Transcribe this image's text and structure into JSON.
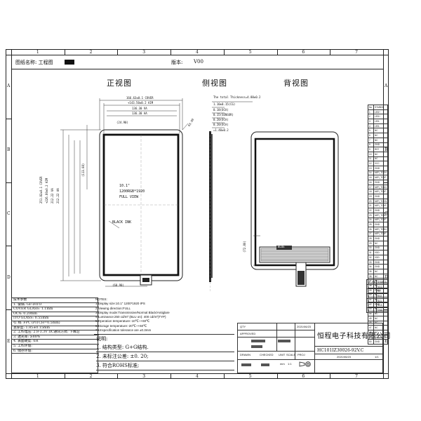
{
  "header": {
    "drawing_name_label": "图纸名称: 工程图",
    "version_label": "版本:",
    "version_value": "V00"
  },
  "grid": {
    "columns": [
      "1",
      "2",
      "3",
      "4",
      "5",
      "6",
      "7"
    ],
    "rows": [
      "A",
      "B",
      "C",
      "D",
      "E"
    ]
  },
  "views": {
    "front": "正视图",
    "side": "侧视图",
    "back": "背视图"
  },
  "front_dims": {
    "cover_w": "166.63±0.1 COVER",
    "aa_w": "+143.50±0.2 AIM",
    "lcm_w": "136.30 VA",
    "va_w": "136.30 AA",
    "left_offset": "(24.90)",
    "corner_r": "R3.00",
    "cover_h": "251.82±0.1 COVER",
    "aa_h": "+226.80±0.2 AIM",
    "va_h": "212.22 VA",
    "aa_h2": "212.22 AA",
    "inner_h": "(113.08)",
    "bottom_w": "(60.90)"
  },
  "front_text": {
    "size": "10.1\"",
    "res": "1200RGB*1920",
    "view": "FULL VIEW",
    "ink": "BLACK INK"
  },
  "side_dims": {
    "total": "The total Thickness=4.88±0.2",
    "d1": "1.10±0.15(CG)",
    "d2": "0.18(OCA)",
    "d3": "0.15(SENSOR)",
    "d4": "0.20(OCA)",
    "d5": "0.20(OCA)",
    "d6": "=1.40±0.2"
  },
  "back_dims": {
    "h": "(72.80)",
    "label": "BLUE"
  },
  "pins": {
    "header": [
      "No.",
      "SYMBOL"
    ],
    "rows": [
      [
        "1",
        "LED+"
      ],
      [
        "2",
        "LED+"
      ],
      [
        "3",
        "LED-"
      ],
      [
        "4",
        "LED-"
      ],
      [
        "5",
        "NC"
      ],
      [
        "6",
        "NC"
      ],
      [
        "7",
        "NC"
      ],
      [
        "8",
        "GND"
      ],
      [
        "9",
        "RST"
      ],
      [
        "10",
        "NC"
      ],
      [
        "11",
        "NC"
      ],
      [
        "12",
        "VCC"
      ],
      [
        "13",
        "GND"
      ],
      [
        "14",
        "MIPI_TD0N"
      ],
      [
        "15",
        "MIPI_TD0P"
      ],
      [
        "16",
        "GND"
      ],
      [
        "17",
        "MIPI_TD1N"
      ],
      [
        "18",
        "MIPI_TD1P"
      ],
      [
        "19",
        "GND"
      ],
      [
        "20",
        "MIPI_TCKN"
      ],
      [
        "21",
        "MIPI_TCKP"
      ],
      [
        "22",
        "GND"
      ],
      [
        "23",
        "MIPI_TD2N"
      ],
      [
        "24",
        "MIPI_TD2P"
      ],
      [
        "25",
        "GND"
      ],
      [
        "26",
        "MIPI_TD3N"
      ],
      [
        "27",
        "MIPI_TD3P"
      ],
      [
        "28",
        "GND"
      ],
      [
        "29",
        "NC"
      ],
      [
        "30",
        "GND"
      ],
      [
        "31",
        "VDD"
      ],
      [
        "32",
        "VDD"
      ],
      [
        "33",
        "GND"
      ],
      [
        "34",
        "GND"
      ],
      [
        "35",
        "NC"
      ],
      [
        "36",
        "NC"
      ],
      [
        "37",
        "NC"
      ],
      [
        "38",
        "NC"
      ],
      [
        "39",
        "PWM"
      ],
      [
        "40",
        "NC"
      ],
      [
        "41",
        "NC"
      ],
      [
        "42",
        "GND"
      ],
      [
        "43",
        "NC"
      ],
      [
        "44",
        "NC"
      ],
      [
        "45",
        "NC"
      ],
      [
        "46",
        "NC"
      ],
      [
        "47",
        "NC"
      ],
      [
        "48",
        "NC"
      ],
      [
        "49",
        "NC"
      ],
      [
        "50",
        "GND"
      ]
    ]
  },
  "tp_pins": {
    "header": [
      "TP_PIN",
      "SYMBOL"
    ],
    "rows": [
      [
        "1",
        "VCC"
      ],
      [
        "2",
        "INT"
      ],
      [
        "3",
        "RST"
      ],
      [
        "4",
        "SCL"
      ],
      [
        "5",
        "SDA"
      ],
      [
        "6",
        "GND"
      ]
    ]
  },
  "spec": {
    "title": "技术参数",
    "rows": [
      "1. 玻璃: GF-DITO",
      "COVER GLASS: 1.1mm",
      "OCA: 0.20mm",
      "ITO GLASS: 0.55mm",
      "引 线: FPC (PITCH=0.5mm)",
      "总厚度: 1.85±0.15mm",
      "2. 工作电压: 2.8-3.3V  IIC通讯方式: 下降沿",
      "3. 透光率: ≥88%",
      "4. 表面硬度: 6H",
      "5. 工作环境: ",
      "6. 储存环境: "
    ]
  },
  "notes": {
    "title": "NOTES:",
    "lines": [
      "1.Display size:10.1\" 1200*1920 IPS",
      "2.Viewing direction:FULL",
      "3.Display mode:Transmissive/Normal Black/Antiglare",
      "4.Luminance:250 cd/m² (BLU on): 400 cd/m²(TYP)",
      "5.Operation temperature:-10℃~+60℃",
      "6.Storage temperature:-20℃~+60℃",
      "7.Unspecification tolerance are ±0.3mm"
    ]
  },
  "explain": {
    "title": "说明:",
    "lines": [
      "1. 结构类型: G+G结构.",
      "2. 未标注公差: ±0. 20;",
      "3. 符合ROHS标准;"
    ]
  },
  "title_block": {
    "company": "恒程电子科技有限公司",
    "part_no": "HC101IZ30026-92V.C",
    "date": "2021/06/23",
    "qty_label": "QTY",
    "approved": "APPROVED",
    "drawn": "DRAWN",
    "checked": "CHECKED",
    "unit": "UNIT",
    "scale": "SCALE",
    "proj": "PROJ",
    "mm": "mm",
    "scale_val": "1:1",
    "sheet": "1/1"
  }
}
